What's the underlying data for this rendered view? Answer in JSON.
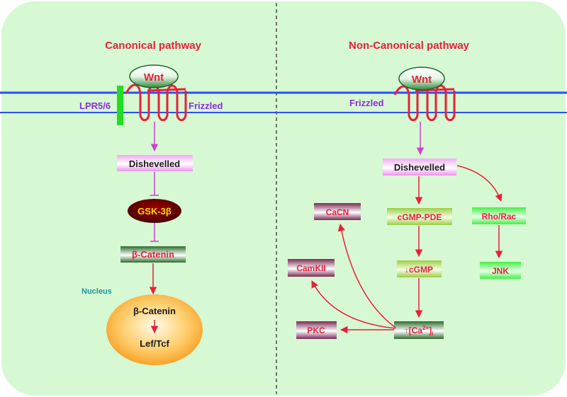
{
  "canonical": {
    "title": "Canonical pathway",
    "ligand": "Wnt",
    "coreceptor": "LPR5/6",
    "receptor": "Frizzled",
    "dishevelled": "Dishevelled",
    "gsk": "GSK-3β",
    "catenin": "β-Catenin",
    "nucleus_label": "Nucleus",
    "nucleus_catenin": "β-Catenin",
    "nucleus_target": "Lef/Tcf"
  },
  "noncanonical": {
    "title": "Non-Canonical pathway",
    "ligand": "Wnt",
    "receptor": "Frizzled",
    "dishevelled": "Dishevelled",
    "cgmp_pde": "cGMP-PDE",
    "cgmp": "↓cGMP",
    "calcium": "↑[Ca",
    "calcium_sup": "2+",
    "calcium_close": "]",
    "calcium_sub": "i",
    "rho_rac": "Rho/Rac",
    "jnk": "JNK",
    "cacn": "CaCN",
    "camkii": "CamKII",
    "pkc": "PKC"
  },
  "colors": {
    "background": "#d6f8d3",
    "membrane": "#2a52f0",
    "label_red": "#e8203a",
    "label_purple": "#8a2be2",
    "nucleus_teal": "#1a9a9a"
  }
}
